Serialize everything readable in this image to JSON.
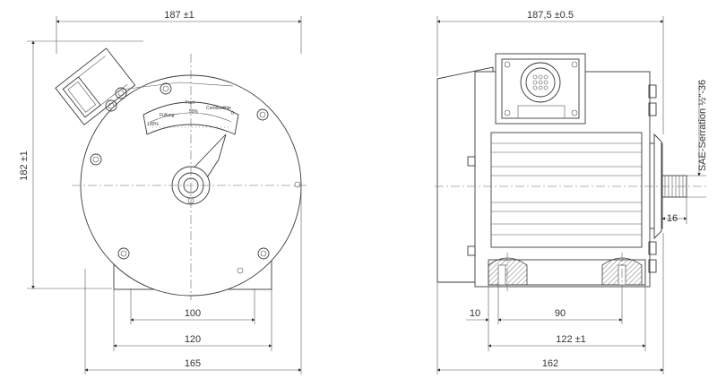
{
  "front_view": {
    "width_label": "187 ±1",
    "height_label": "182 ±1",
    "dim_100": "100",
    "dim_120": "120",
    "dim_165": "165",
    "gauge": {
      "label_fullung": "Füllung",
      "label_fuel": "Fuel",
      "label_combustible": "Combustible",
      "mark_100": "100%",
      "mark_50": "50%",
      "mark_0": "0"
    }
  },
  "side_view": {
    "width_label": "187,5 ±0.5",
    "shaft_label": "SAE-Serration ½\"-36",
    "dim_16": "16",
    "dim_10": "10",
    "dim_90": "90",
    "dim_122": "122 ±1",
    "dim_162": "162"
  }
}
